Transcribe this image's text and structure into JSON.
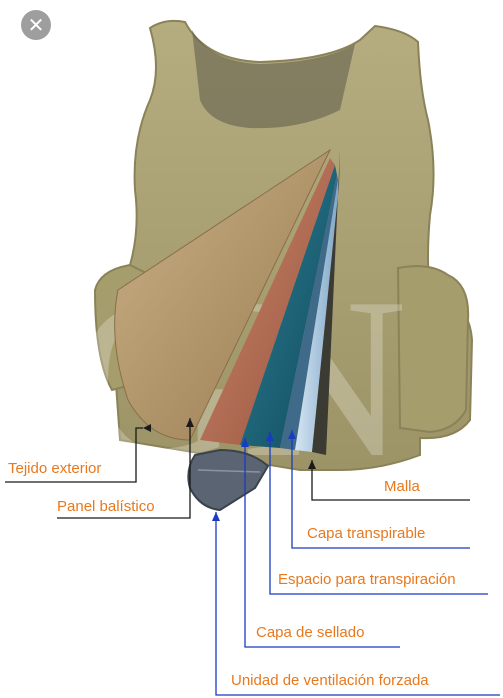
{
  "close_button": {
    "icon": "close-icon",
    "glyph": "✕"
  },
  "labels": {
    "tejido_exterior": "Tejido exterior",
    "panel_balistico": "Panel balístico",
    "malla": "Malla",
    "capa_transpirable": "Capa transpirable",
    "espacio_transpiracion": "Espacio para transpiración",
    "capa_sellado": "Capa de sellado",
    "unidad_ventilacion": "Unidad de ventilación forzada"
  },
  "watermark": "GN",
  "colors": {
    "label_text": "#e8781e",
    "vest_body": "#a8a070",
    "ballistic_layer": "#b36a52",
    "sealing_layer": "#1e6378",
    "breathable_layer": "#8fb6d6",
    "leader_dark": "#1a1a1a",
    "leader_blue": "#1a3bbf"
  }
}
